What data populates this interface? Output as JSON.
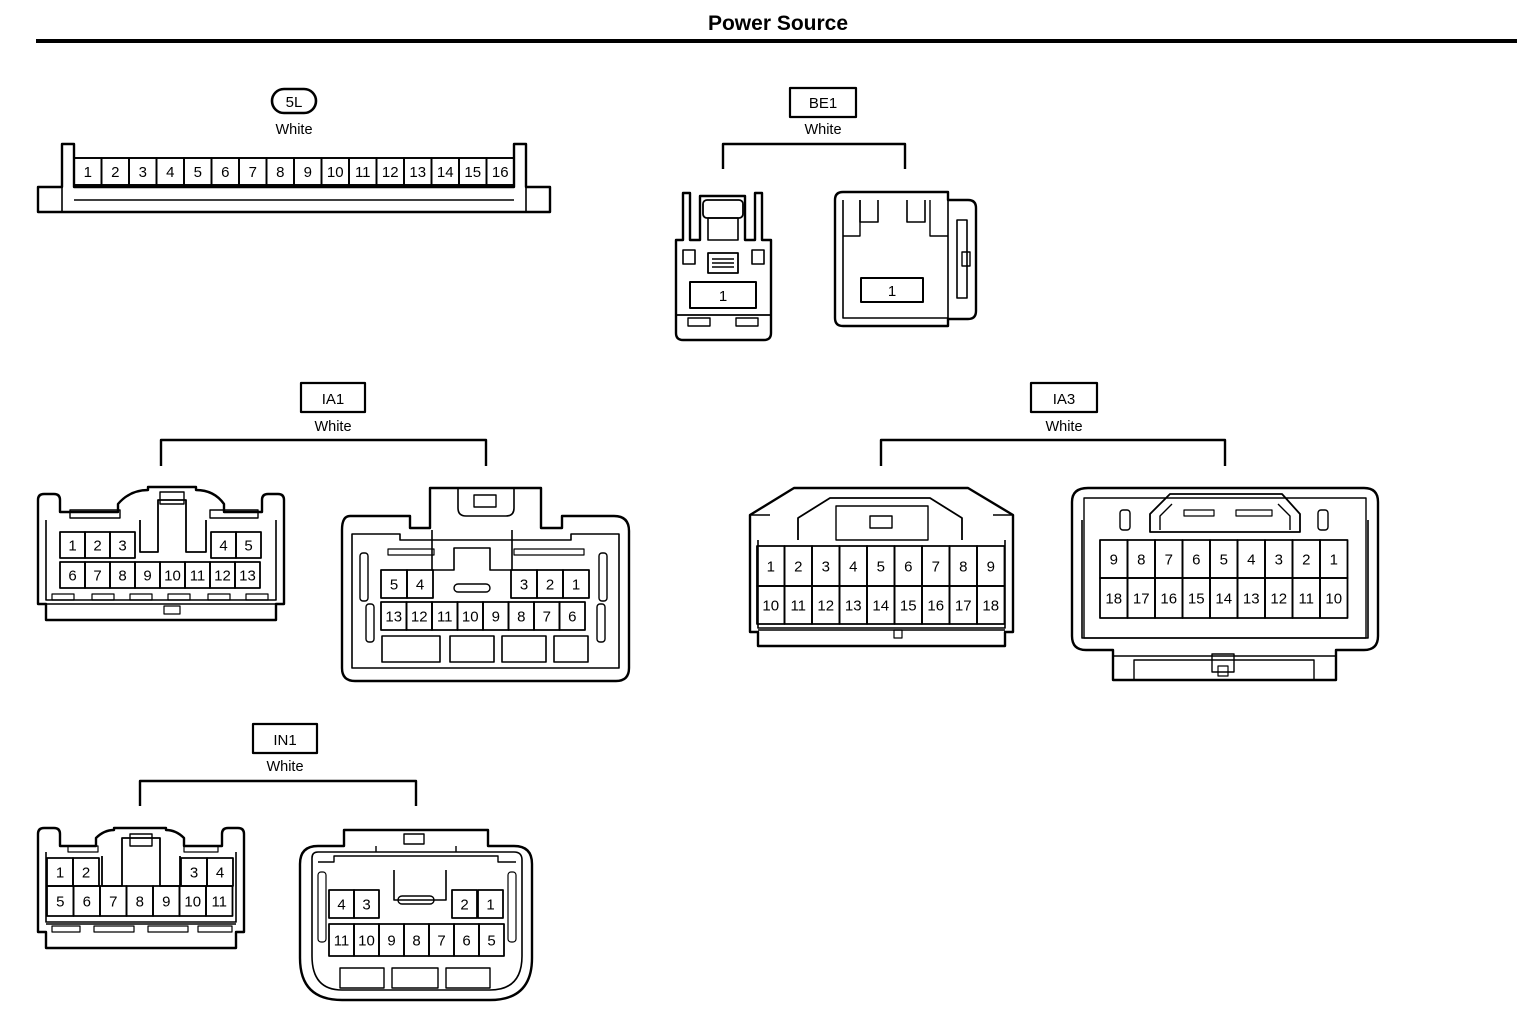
{
  "page_title": "Power Source",
  "connectors": {
    "c5l": {
      "id": "5L",
      "color": "White",
      "pins": [
        "1",
        "2",
        "3",
        "4",
        "5",
        "6",
        "7",
        "8",
        "9",
        "10",
        "11",
        "12",
        "13",
        "14",
        "15",
        "16"
      ]
    },
    "be1": {
      "id": "BE1",
      "color": "White",
      "male_pins": [
        "1"
      ],
      "female_pins": [
        "1"
      ]
    },
    "ia1": {
      "id": "IA1",
      "color": "White",
      "male_top": [
        "1",
        "2",
        "3",
        "4",
        "5"
      ],
      "male_bottom": [
        "6",
        "7",
        "8",
        "9",
        "10",
        "11",
        "12",
        "13"
      ],
      "female_top": [
        "5",
        "4",
        "3",
        "2",
        "1"
      ],
      "female_bottom": [
        "13",
        "12",
        "11",
        "10",
        "9",
        "8",
        "7",
        "6"
      ]
    },
    "ia3": {
      "id": "IA3",
      "color": "White",
      "male_top": [
        "1",
        "2",
        "3",
        "4",
        "5",
        "6",
        "7",
        "8",
        "9"
      ],
      "male_bottom": [
        "10",
        "11",
        "12",
        "13",
        "14",
        "15",
        "16",
        "17",
        "18"
      ],
      "female_top": [
        "9",
        "8",
        "7",
        "6",
        "5",
        "4",
        "3",
        "2",
        "1"
      ],
      "female_bottom": [
        "18",
        "17",
        "16",
        "15",
        "14",
        "13",
        "12",
        "11",
        "10"
      ]
    },
    "in1": {
      "id": "IN1",
      "color": "White",
      "male_top": [
        "1",
        "2",
        "3",
        "4"
      ],
      "male_bottom": [
        "5",
        "6",
        "7",
        "8",
        "9",
        "10",
        "11"
      ],
      "female_top": [
        "4",
        "3",
        "2",
        "1"
      ],
      "female_bottom": [
        "11",
        "10",
        "9",
        "8",
        "7",
        "6",
        "5"
      ]
    }
  }
}
